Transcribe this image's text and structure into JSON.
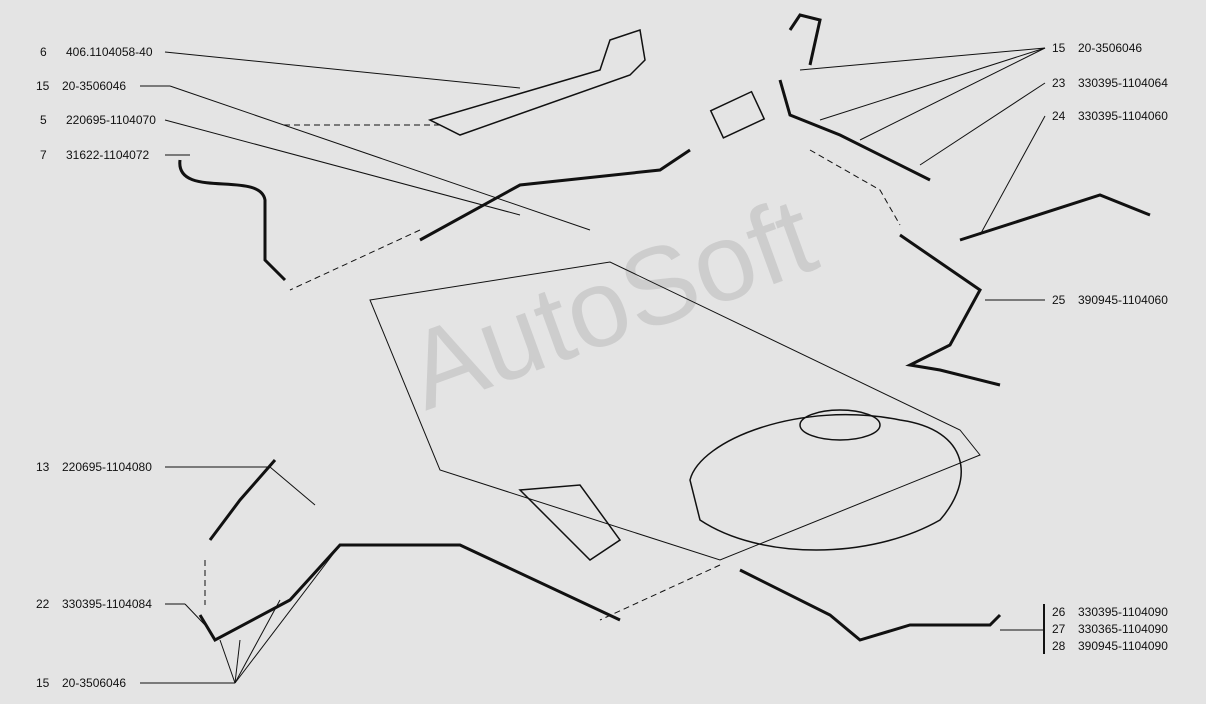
{
  "watermark": "AutoSoft",
  "callouts": [
    {
      "id": "c6",
      "num": "6",
      "code": "406.1104058-40"
    },
    {
      "id": "c15a",
      "num": "15",
      "code": "20-3506046"
    },
    {
      "id": "c5",
      "num": "5",
      "code": "220695-1104070"
    },
    {
      "id": "c7",
      "num": "7",
      "code": "31622-1104072"
    },
    {
      "id": "c13",
      "num": "13",
      "code": "220695-1104080"
    },
    {
      "id": "c22",
      "num": "22",
      "code": "330395-1104084"
    },
    {
      "id": "c15b",
      "num": "15",
      "code": "20-3506046"
    },
    {
      "id": "c15c",
      "num": "15",
      "code": "20-3506046"
    },
    {
      "id": "c23",
      "num": "23",
      "code": "330395-1104064"
    },
    {
      "id": "c24",
      "num": "24",
      "code": "330395-1104060"
    },
    {
      "id": "c25",
      "num": "25",
      "code": "390945-1104060"
    },
    {
      "id": "c26",
      "num": "26",
      "code": "330395-1104090"
    },
    {
      "id": "c27",
      "num": "27",
      "code": "330365-1104090"
    },
    {
      "id": "c28",
      "num": "28",
      "code": "390945-1104090"
    }
  ],
  "colors": {
    "background": "#e4e4e4",
    "line": "#111111"
  }
}
